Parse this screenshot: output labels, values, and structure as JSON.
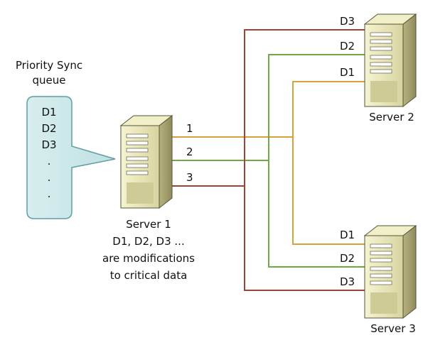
{
  "queue": {
    "title_line1": "Priority Sync",
    "title_line2": "queue",
    "items": [
      "D1",
      "D2",
      "D3",
      ".",
      ".",
      "."
    ]
  },
  "server1": {
    "name": "Server 1",
    "caption": [
      "D1, D2, D3 ...",
      "are modifications",
      "to critical data"
    ]
  },
  "server2": {
    "name": "Server 2"
  },
  "server3": {
    "name": "Server 3"
  },
  "links": {
    "line1": "1",
    "line2": "2",
    "line3": "3",
    "d1": "D1",
    "d2": "D2",
    "d3": "D3"
  },
  "colors": {
    "link1": "#D9A13A",
    "link2": "#72A843",
    "link3": "#A2403C",
    "queue_fill": "#C7E4E5",
    "queue_stroke": "#5F9EA2",
    "server_body": "#E6E3B2",
    "server_side": "#B8B582"
  }
}
